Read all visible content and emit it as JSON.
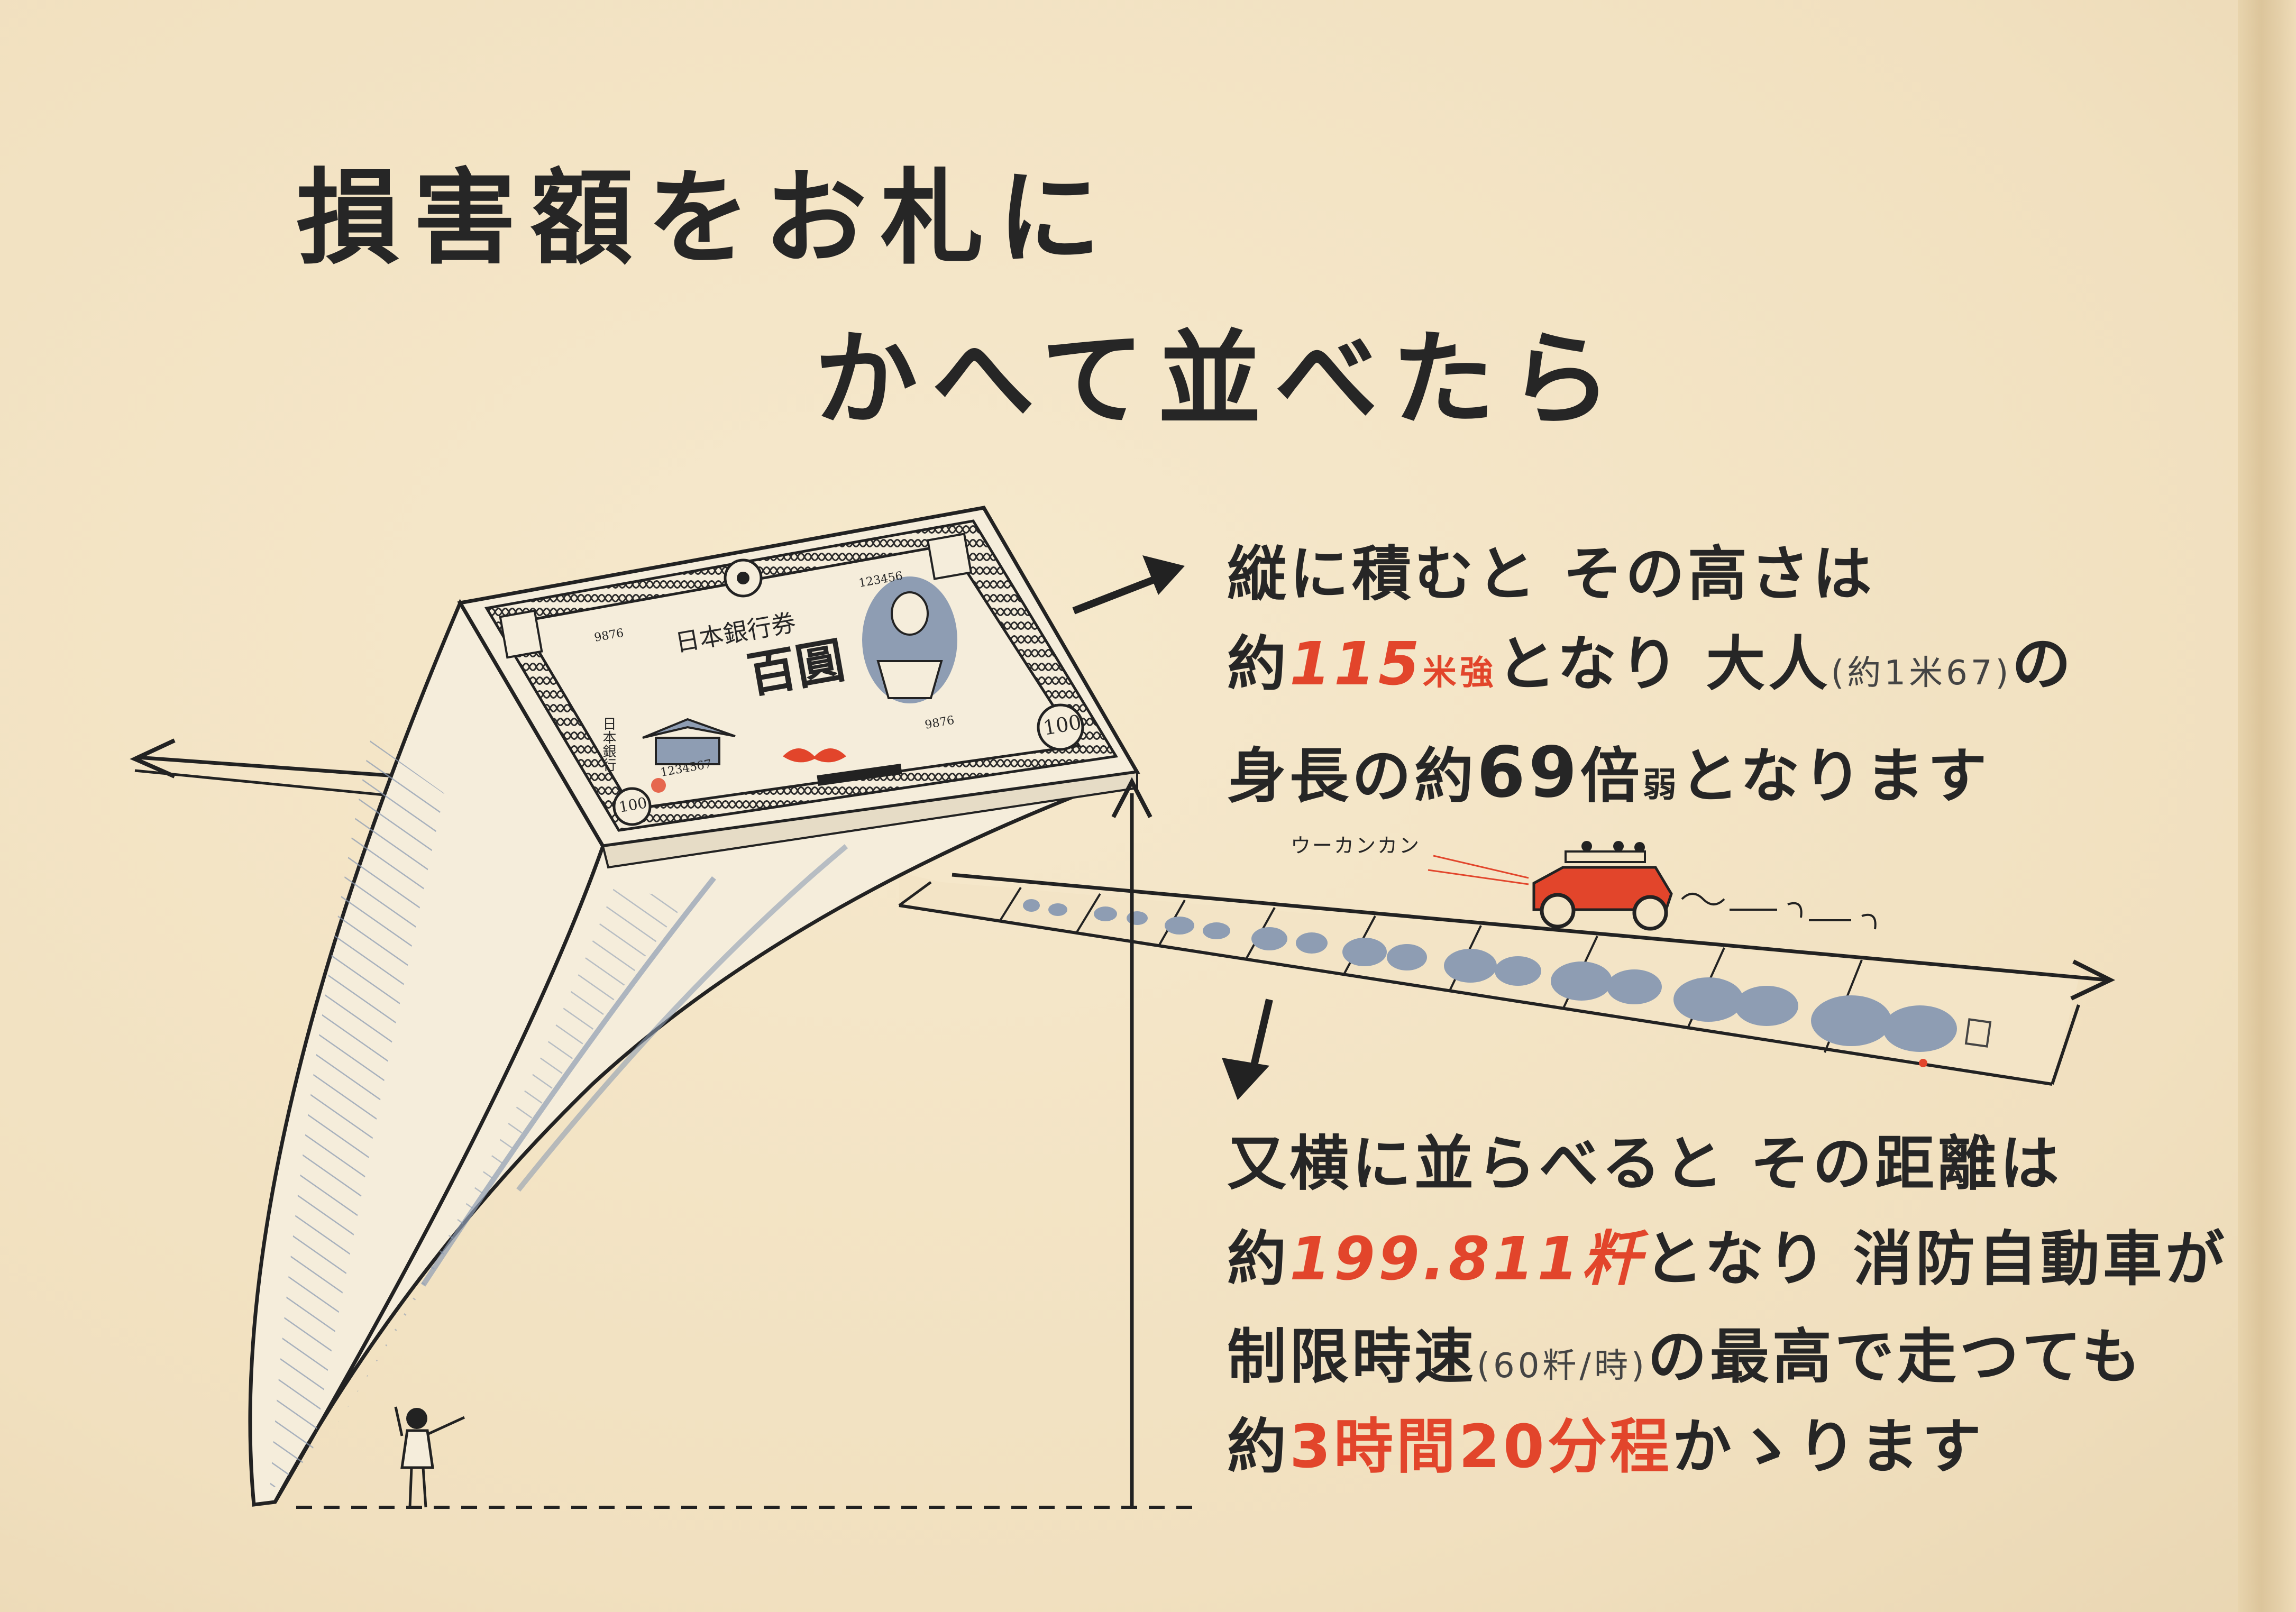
{
  "title": {
    "line1": "損害額をお札に",
    "line2": "かへて並べたら"
  },
  "stack_text": {
    "l1": "縦に積むと その高さは",
    "l2_a": "約",
    "l2_num": "115",
    "l2_unit": "米強",
    "l2_b": "となり 大人",
    "l2_paren": "(約1米67)",
    "l2_c": "の",
    "l3_a": "身長の約",
    "l3_num": "69",
    "l3_b": "倍",
    "l3_c": "弱",
    "l3_d": "となります"
  },
  "row_text": {
    "l1": "又横に並らべると その距離は",
    "l2_a": "約",
    "l2_num": "199.811粁",
    "l2_b": "となり 消防自動車が",
    "l3_a": "制限時速",
    "l3_paren": "(60粁/時)",
    "l3_b": "の最高で走つても",
    "l4_a": "約",
    "l4_time": "3時間20分程",
    "l4_b": "かゝります"
  },
  "siren_label": "ウーカンカン",
  "banknote": {
    "bank": "日本銀行券",
    "denomination": "百圓",
    "value": "100",
    "serial_top": "123456",
    "serial_bottom": "1234567",
    "code_left": "9876",
    "code_right": "9876",
    "side_text": "日本銀行"
  },
  "colors": {
    "paper": "#f3e4c6",
    "ink": "#262626",
    "accent_red": "#e2452b",
    "stack_blue": "#8e9db3"
  }
}
